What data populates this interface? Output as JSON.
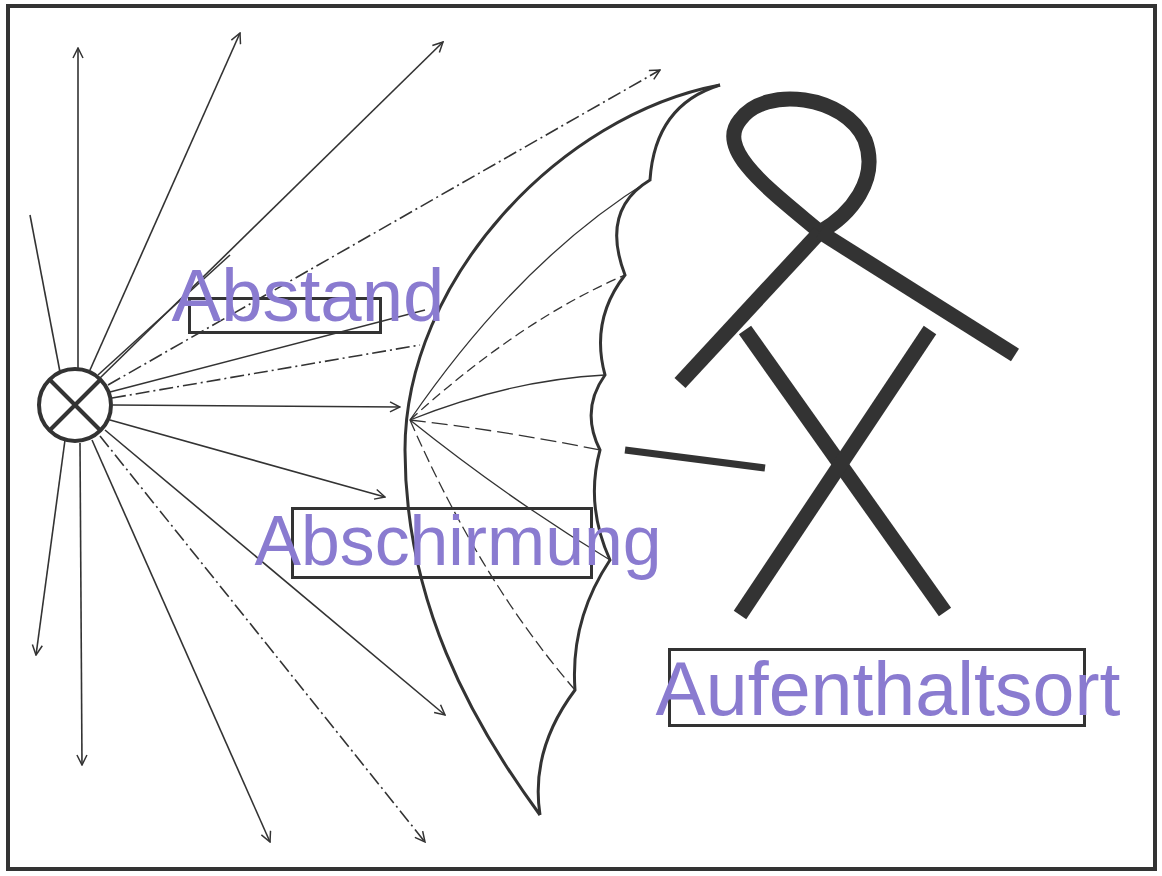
{
  "diagram": {
    "nodes": [
      {
        "text": [
          "Abstand"
        ]
      },
      {
        "text": [
          "Abschirmung"
        ]
      },
      {
        "text": [
          "Aufenthaltsort"
        ]
      }
    ]
  }
}
